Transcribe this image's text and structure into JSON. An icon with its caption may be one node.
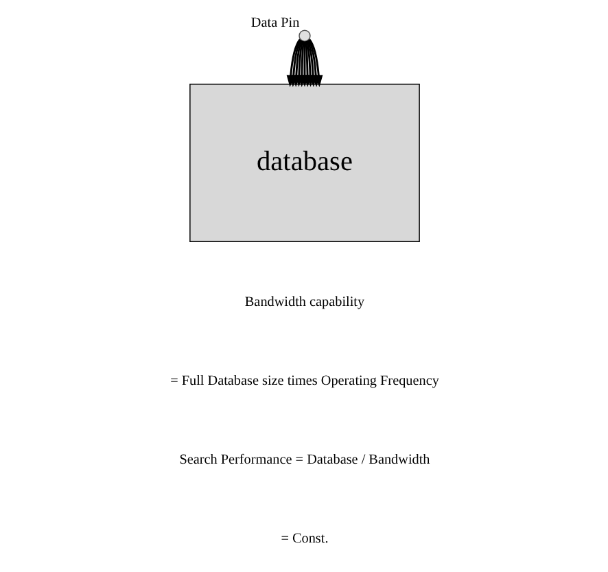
{
  "diagram": {
    "nodes": [
      {
        "text": [],
        "shape": "circle",
        "beside": [
          "Data Pin"
        ]
      },
      {
        "text": [
          "database"
        ]
      }
    ],
    "edges": [
      {
        "from": 0,
        "to": 1,
        "arrow": "to"
      },
      {
        "from": 0,
        "to": 1,
        "arrow": "to"
      },
      {
        "from": 0,
        "to": 1,
        "arrow": "to"
      },
      {
        "from": 0,
        "to": 1,
        "arrow": "to"
      },
      {
        "from": 0,
        "to": 1,
        "arrow": "to"
      },
      {
        "from": 0,
        "to": 1,
        "arrow": "to"
      },
      {
        "from": 0,
        "to": 1,
        "arrow": "to"
      },
      {
        "from": 0,
        "to": 1,
        "arrow": "to"
      },
      {
        "from": 0,
        "to": 1,
        "arrow": "to"
      },
      {
        "from": 0,
        "to": 1,
        "arrow": "to"
      },
      {
        "from": 0,
        "to": 1,
        "arrow": "to"
      }
    ],
    "labels": [
      "Bandwidth capability",
      "= Full Database size times Operating Frequency",
      "Search Performance = Database / Bandwidth",
      "= Const."
    ]
  }
}
